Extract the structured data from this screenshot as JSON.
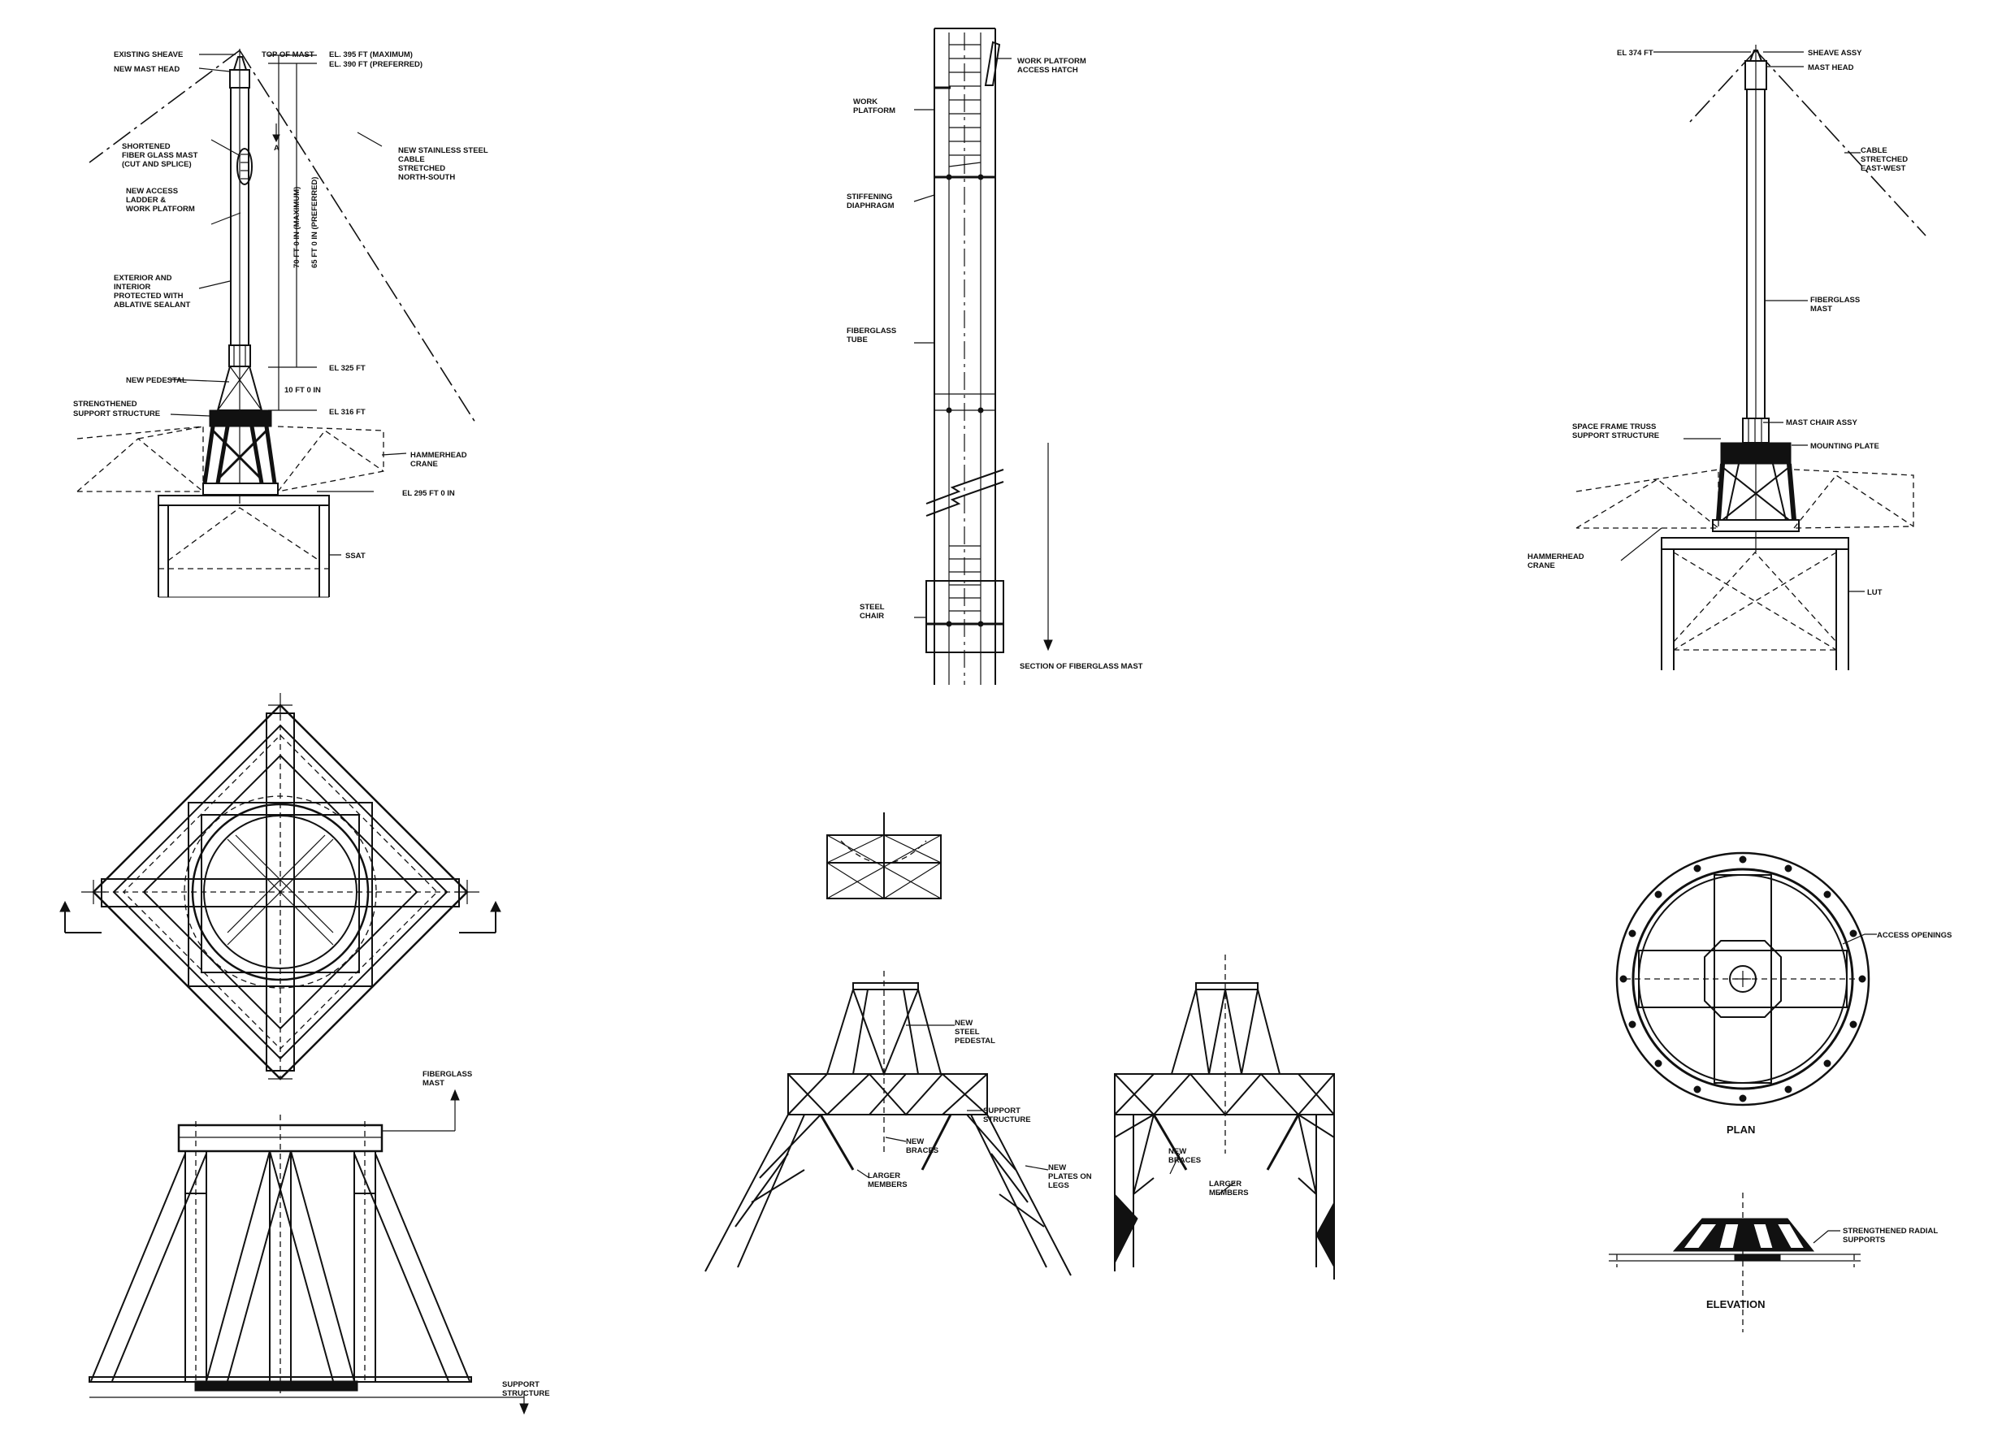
{
  "detail_left": {
    "existing_sheave": "EXISTING SHEAVE",
    "top_of_mast": "TOP OF MAST",
    "el_max": "EL. 395 FT (MAXIMUM)",
    "el_pref": "EL. 390 FT (PREFERRED)",
    "new_mast_head": "NEW MAST HEAD",
    "section_mark": "A",
    "shortened_mast": [
      "SHORTENED",
      "FIBER GLASS MAST",
      "(CUT AND SPLICE)"
    ],
    "access_ladder": [
      "NEW ACCESS",
      "LADDER &",
      "WORK PLATFORM"
    ],
    "cable": [
      "NEW STAINLESS STEEL",
      "CABLE",
      "STRETCHED",
      "NORTH-SOUTH"
    ],
    "dim_max": "70 FT 0 IN (MAXIMUM)",
    "dim_pref": "65 FT 0 IN (PREFERRED)",
    "exterior": [
      "EXTERIOR AND",
      "INTERIOR",
      "PROTECTED WITH",
      "ABLATIVE SEALANT"
    ],
    "el_325": "EL 325 FT",
    "new_pedestal": "NEW PEDESTAL",
    "dim_10": "10 FT 0 IN",
    "strengthened": [
      "STRENGTHENED",
      "SUPPORT STRUCTURE"
    ],
    "el_316": "EL 316 FT",
    "hammerhead": [
      "HAMMERHEAD",
      "CRANE"
    ],
    "el_295": "EL 295 FT 0 IN",
    "ssat": "SSAT"
  },
  "detail_center_top": {
    "work_platform_hatch": [
      "WORK PLATFORM",
      "ACCESS HATCH"
    ],
    "work_platform": [
      "WORK",
      "PLATFORM"
    ],
    "stiffening": [
      "STIFFENING",
      "DIAPHRAGM"
    ],
    "fiberglass_tube": [
      "FIBERGLASS",
      "TUBE"
    ],
    "steel_chair": [
      "STEEL",
      "CHAIR"
    ],
    "section_title": "SECTION OF FIBERGLASS MAST"
  },
  "detail_right": {
    "el_374": "EL 374 FT",
    "sheave_assy": "SHEAVE ASSY",
    "mast_head": "MAST HEAD",
    "cable": [
      "CABLE",
      "STRETCHED",
      "EAST-WEST"
    ],
    "fiberglass_mast": [
      "FIBERGLASS",
      "MAST"
    ],
    "space_frame": [
      "SPACE FRAME TRUSS",
      "SUPPORT STRUCTURE"
    ],
    "mast_chair": "MAST CHAIR ASSY",
    "mounting_plate": "MOUNTING PLATE",
    "hammerhead": [
      "HAMMERHEAD",
      "CRANE"
    ],
    "lut": "LUT"
  },
  "detail_bottom_left": {
    "fiberglass_mast": [
      "FIBERGLASS",
      "MAST"
    ],
    "support_structure": [
      "SUPPORT",
      "STRUCTURE"
    ]
  },
  "detail_bottom_center": {
    "new_steel_pedestal": [
      "NEW",
      "STEEL",
      "PEDESTAL"
    ],
    "support_structure": [
      "SUPPORT",
      "STRUCTURE"
    ],
    "new_braces": [
      "NEW",
      "BRACES"
    ],
    "new_plates": [
      "NEW",
      "PLATES ON",
      "LEGS"
    ],
    "larger_members": [
      "LARGER",
      "MEMBERS"
    ]
  },
  "detail_bottom_right": {
    "access_openings": "ACCESS OPENINGS",
    "plan": "PLAN",
    "radial": [
      "STRENGTHENED RADIAL",
      "SUPPORTS"
    ],
    "elevation": "ELEVATION"
  }
}
